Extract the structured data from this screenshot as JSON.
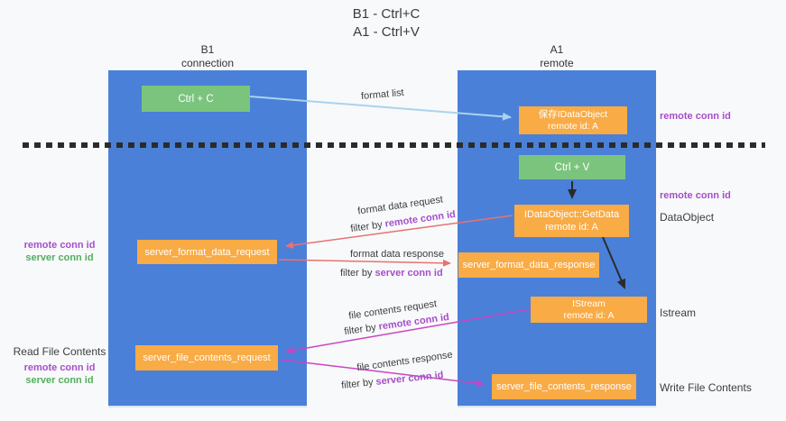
{
  "title": {
    "line1": "B1 - Ctrl+C",
    "line2": "A1 - Ctrl+V"
  },
  "lanes": {
    "left": {
      "name": "B1",
      "subtitle": "connection"
    },
    "right": {
      "name": "A1",
      "subtitle": "remote"
    }
  },
  "boxes": {
    "ctrl_c": {
      "label": "Ctrl + C"
    },
    "save_dataobject": {
      "line1": "保存IDataObject",
      "line2": "remote id: A"
    },
    "ctrl_v": {
      "label": "Ctrl + V"
    },
    "getdata": {
      "line1": "IDataObject::GetData",
      "line2": "remote id: A"
    },
    "server_format_data_request": {
      "label": "server_format_data_request"
    },
    "server_format_data_response": {
      "label": "server_format_data_response"
    },
    "istream": {
      "line1": "IStream",
      "line2": "remote id: A"
    },
    "server_file_contents_request": {
      "label": "server_file_contents_request"
    },
    "server_file_contents_response": {
      "label": "server_file_contents_response"
    }
  },
  "flow_labels": {
    "format_list": "format list",
    "format_data_request": "format data request",
    "format_data_response": "format data response",
    "file_contents_request": "file contents request",
    "file_contents_response": "file contents response",
    "filter_by": "filter by",
    "remote_conn_id": "remote conn id",
    "server_conn_id": "server conn id"
  },
  "side_labels": {
    "remote_conn_id": "remote conn id",
    "server_conn_id": "server conn id",
    "dataobject": "DataObject",
    "istream": "Istream",
    "read_file_contents": "Read File Contents",
    "write_file_contents": "Write File Contents"
  },
  "colors": {
    "lane_blue": "#4a80d8",
    "box_orange": "#f9ab45",
    "box_green": "#7bc47e",
    "arrow_light_blue": "#a9d3ee",
    "arrow_red": "#e87272",
    "arrow_magenta": "#cb44c4",
    "arrow_black": "#2b2b2b",
    "label_purple": "#a64ecb",
    "label_green": "#53ae5e"
  }
}
